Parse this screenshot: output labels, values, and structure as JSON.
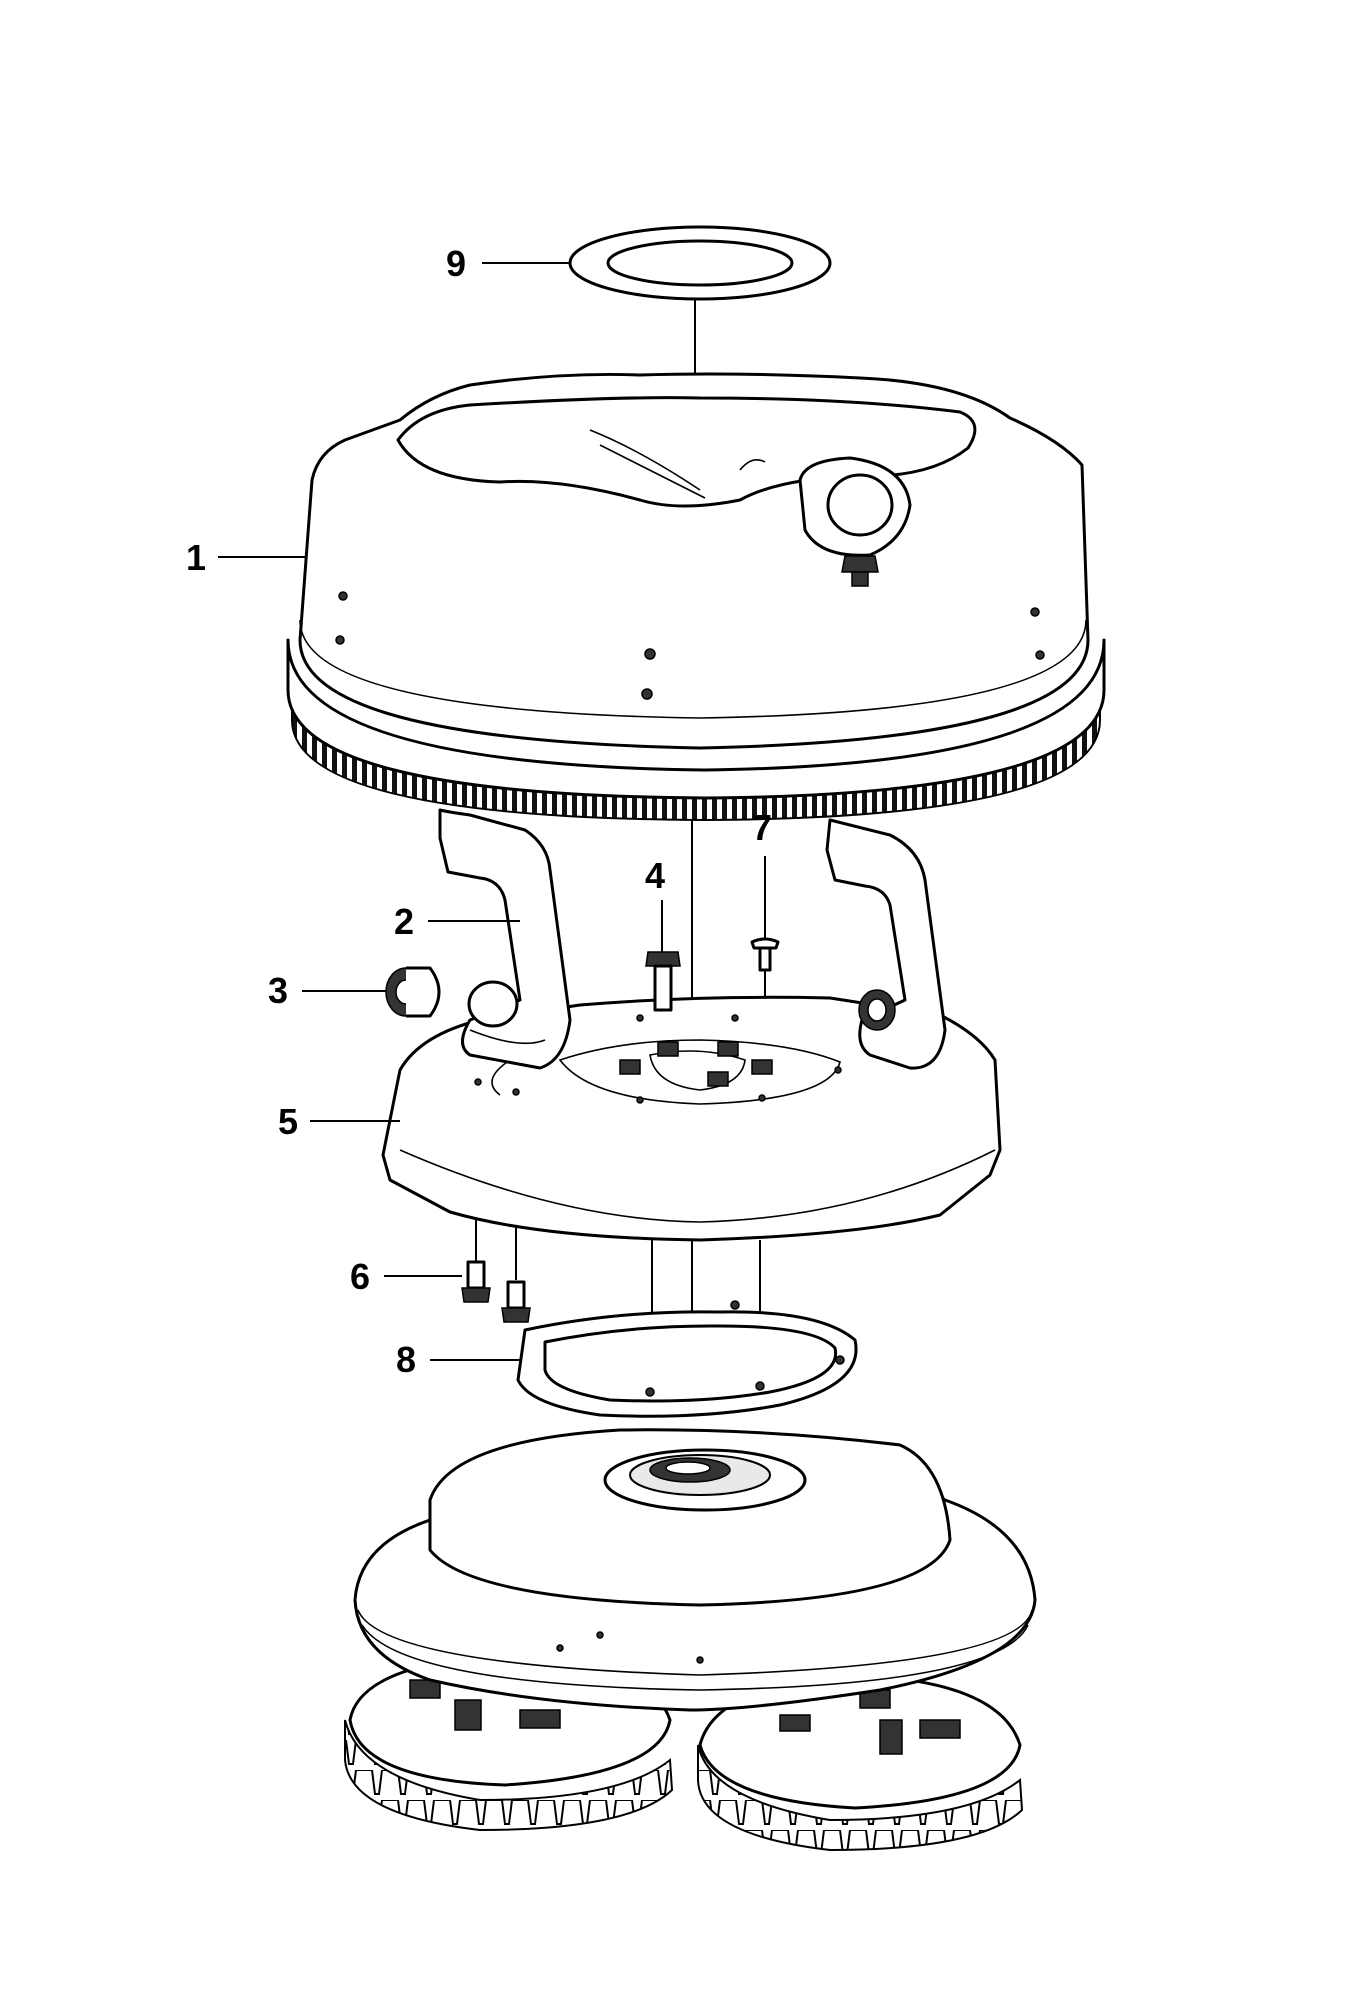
{
  "diagram": {
    "type": "exploded-parts-view",
    "callouts": [
      {
        "id": "callout-1",
        "label": "1"
      },
      {
        "id": "callout-2",
        "label": "2"
      },
      {
        "id": "callout-3",
        "label": "3"
      },
      {
        "id": "callout-4",
        "label": "4"
      },
      {
        "id": "callout-5",
        "label": "5"
      },
      {
        "id": "callout-6",
        "label": "6"
      },
      {
        "id": "callout-7",
        "label": "7"
      },
      {
        "id": "callout-8",
        "label": "8"
      },
      {
        "id": "callout-9",
        "label": "9"
      }
    ]
  }
}
